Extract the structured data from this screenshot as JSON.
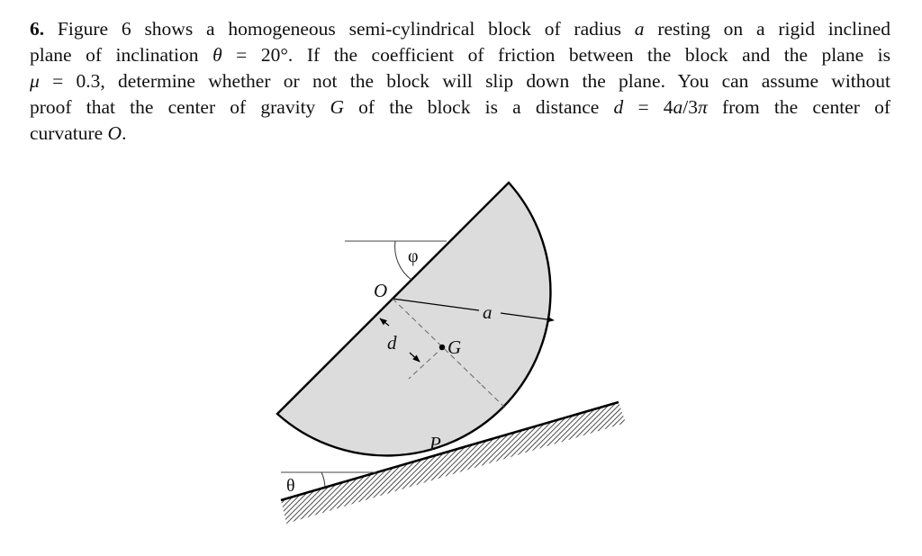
{
  "problem": {
    "number": "6.",
    "lines": [
      {
        "pre": " Figure 6 shows a homogeneous semi-cylindrical block of radius ",
        "var": "a",
        "post": " resting on a rigid inclined"
      },
      {
        "pre": "plane of inclination ",
        "var": "θ",
        "post": " = 20°.  If the coefficient of friction between the block and the plane is"
      },
      {
        "pre": "",
        "var": "μ",
        "post": " = 0.3, determine whether or not the block will slip down the plane. You can assume without"
      },
      {
        "pre": "proof that the center of gravity ",
        "var": "G",
        "post": " of the block is a distance "
      },
      {
        "pre": "curvature ",
        "var": "O",
        "post": "."
      }
    ],
    "line4_rest": {
      "var_d": "d",
      "eq": " = 4",
      "var_a": "a",
      "slash": "/3",
      "pi": "π",
      "tail": " from the center of"
    }
  },
  "figure": {
    "labels": {
      "phi": "φ",
      "O": "O",
      "a": "a",
      "d": "d",
      "G": "G",
      "P": "P",
      "theta": "θ"
    },
    "parameters": {
      "theta_deg": 20,
      "mu": 0.3,
      "d_formula": "4a/3π"
    },
    "colors": {
      "block_fill": "#dcdcdc",
      "stroke": "#000000",
      "hatch": "#333333"
    }
  }
}
